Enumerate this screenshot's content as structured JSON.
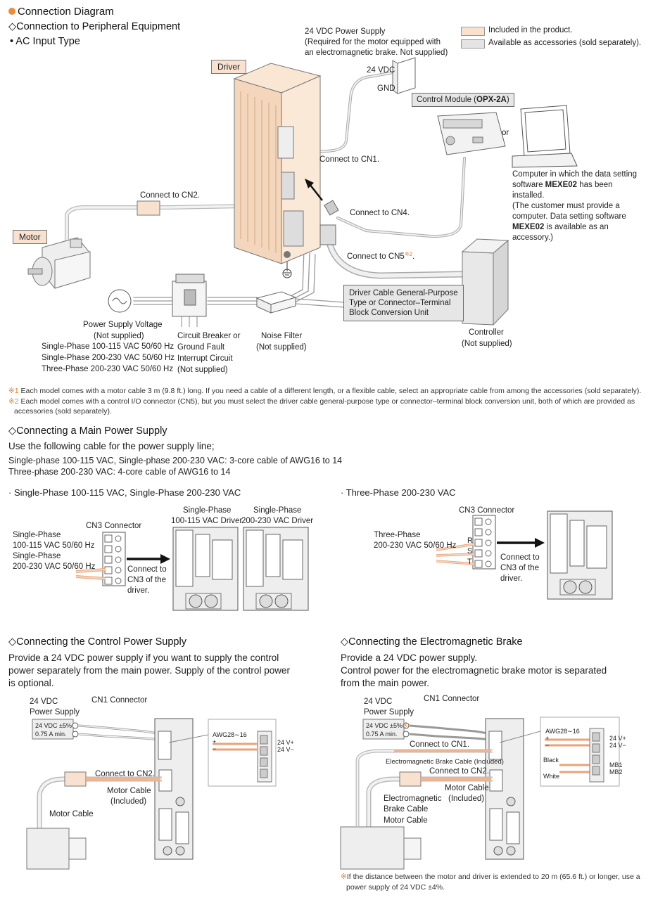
{
  "headings": {
    "main": "Connection Diagram",
    "peripheral": "◇Connection to Peripheral Equipment",
    "ac_type": "• AC Input Type"
  },
  "legend": {
    "included": "Included in the product.",
    "accessory": "Available as accessories (sold separately).",
    "colors": {
      "included": "#f8e2cf",
      "accessory": "#e4e4e4"
    }
  },
  "top": {
    "driver_tag": "Driver",
    "motor_tag": "Motor",
    "psu_title": "24 VDC Power Supply",
    "psu_note1": "(Required for the motor equipped with",
    "psu_note2": "an electromagnetic brake. Not supplied)",
    "vdc24": "24 VDC",
    "gnd": "GND",
    "control_module_pre": "Control Module (",
    "control_module_bold": "OPX-2A",
    "control_module_post": ")",
    "or": "or",
    "computer_l1": "Computer in which the data setting",
    "computer_l2_pre": "software ",
    "computer_l2_bold": "MEXE02",
    "computer_l2_post": " has been",
    "computer_l3": "installed.",
    "computer_l4": "(The customer must provide a",
    "computer_l5": "computer. Data setting software",
    "computer_l6_bold": "MEXE02",
    "computer_l6_post": " is available as an",
    "computer_l7": "accessory.)",
    "cn1": "Connect to CN1.",
    "cn2": "Connect to CN2.",
    "cn4": "Connect to CN4.",
    "cn5": "Connect to CN5",
    "cn5_mark": "※2",
    "cn5_dot": ".",
    "driver_cable_l1": "Driver Cable General-Purpose",
    "driver_cable_l2": "Type or Connector–Terminal",
    "driver_cable_l3": "Block Conversion Unit",
    "controller_l1": "Controller",
    "controller_l2": "(Not supplied)",
    "psv_l1": "Power Supply Voltage",
    "psv_l2": "(Not supplied)",
    "psv_l3": "Single-Phase 100-115 VAC 50/60 Hz",
    "psv_l4": "Single-Phase 200-230 VAC 50/60 Hz",
    "psv_l5": "Three-Phase 200-230 VAC 50/60 Hz",
    "cb_l1": "Circuit Breaker or",
    "cb_l2": "Ground Fault",
    "cb_l3": "Interrupt Circuit",
    "cb_l4": "(Not supplied)",
    "nf_l1": "Noise Filter",
    "nf_l2": "(Not supplied)"
  },
  "notes": {
    "n1_mark": "※1",
    "n1": " Each model comes with a motor cable 3 m (9.8 ft.) long. If you need a cable of a different length, or a flexible cable, select an appropriate cable from among the accessories (sold separately).",
    "n2_mark": "※2",
    "n2a": " Each model comes with a control I/O connector (CN5), but you must select the driver cable general-purpose type or connector–terminal block conversion unit, both of which are provided as",
    "n2b": "accessories (sold separately)."
  },
  "main_power": {
    "title": "◇Connecting a Main Power Supply",
    "l1": "Use the following cable for the power supply line;",
    "l2": "Single-phase 100-115 VAC, Single-phase 200-230 VAC: 3-core cable of AWG16 to 14",
    "l3": "Three-phase 200-230 VAC: 4-core cable of AWG16 to 14",
    "single_title": "· Single-Phase 100-115 VAC, Single-Phase 200-230 VAC",
    "three_title": "· Three-Phase 200-230 VAC",
    "cn3_connector": "CN3 Connector",
    "sp1_l1": "Single-Phase",
    "sp1_l2": "100-115 VAC 50/60 Hz",
    "sp2_l1": "Single-Phase",
    "sp2_l2": "200-230 VAC 50/60 Hz",
    "connect_cn3_l1": "Connect to",
    "connect_cn3_l2": "CN3 of the",
    "connect_cn3_l3": "driver.",
    "drv1_l1": "Single-Phase",
    "drv1_l2": "100-115 VAC Driver",
    "drv2_l1": "Single-Phase",
    "drv2_l2": "200-230 VAC Driver",
    "tp_l1": "Three-Phase",
    "tp_l2": "200-230 VAC 50/60 Hz",
    "r": "R",
    "s": "S",
    "tt": "T"
  },
  "control_power": {
    "title": "◇Connecting the Control Power Supply",
    "l1": "Provide a 24 VDC power supply if you want to supply the control",
    "l2": "power separately from the main power. Supply of the control power",
    "l3": "is optional.",
    "psu_l1": "24 VDC",
    "psu_l2": "Power Supply",
    "psu_spec1": "24 VDC ±5%",
    "psu_spec2": "0.75 A min.",
    "cn1_connector": "CN1 Connector",
    "awg": "AWG28∼16",
    "plus": "+",
    "minus": "−",
    "v_plus": "24 V+",
    "v_minus": "24 V−",
    "cn2": "Connect to CN2.",
    "mc_l1": "Motor Cable",
    "mc_l2": "(Included)",
    "motor_cable": "Motor Cable"
  },
  "brake": {
    "title": "◇Connecting the Electromagnetic Brake",
    "l1": "Provide a 24 VDC power supply.",
    "l2": "Control power for the electromagnetic brake motor is separated",
    "l3": "from the main power.",
    "psu_l1": "24 VDC",
    "psu_l2": "Power Supply",
    "psu_spec1": "24 VDC ±5%",
    "psu_spec1_mark": "※",
    "psu_spec2": "0.75 A min.",
    "cn1_connector": "CN1 Connector",
    "cn1": "Connect to CN1.",
    "brake_cable": "Electromagnetic Brake Cable (Included)",
    "cn2": "Connect to CN2.",
    "mc_l1": "Motor Cable",
    "mc_l2": "(Included)",
    "emb_l1": "Electromagnetic",
    "emb_l2": "Brake Cable",
    "motor_cable": "Motor Cable",
    "awg": "AWG28∼16",
    "plus": "+",
    "minus": "−",
    "v_plus": "24 V+",
    "v_minus": "24 V−",
    "black": "Black",
    "white": "White",
    "mb1": "MB1",
    "mb2": "MB2",
    "foot_mark": "※",
    "foot_l1": "If the distance between the motor and driver is extended to 20 m (65.6 ft.) or longer, use a",
    "foot_l2": "power supply of 24 VDC ±4%."
  }
}
